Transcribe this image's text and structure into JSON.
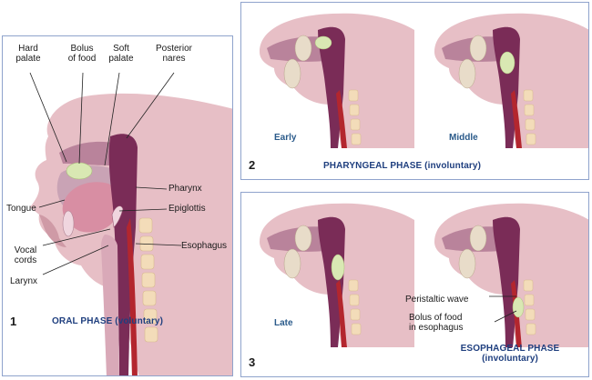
{
  "oral_panel": {
    "number": "1",
    "caption": "ORAL PHASE (voluntary)",
    "labels": {
      "hard_palate": "Hard\npalate",
      "bolus_of_food": "Bolus\nof food",
      "soft_palate": "Soft\npalate",
      "posterior_nares": "Posterior\nnares",
      "pharynx": "Pharynx",
      "epiglottis": "Epiglottis",
      "tongue": "Tongue",
      "vocal_cords": "Vocal\ncords",
      "esophagus": "Esophagus",
      "larynx": "Larynx"
    }
  },
  "pharyngeal_panel": {
    "number": "2",
    "caption": "PHARYNGEAL PHASE (involuntary)",
    "stages": [
      "Early",
      "Middle"
    ]
  },
  "esophageal_panel": {
    "number": "3",
    "caption": "ESOPHAGEAL PHASE\n(involuntary)",
    "stages": [
      "Late"
    ],
    "labels": {
      "peristaltic_wave": "Peristaltic wave",
      "bolus_in_esophagus": "Bolus of food\nin esophagus"
    }
  },
  "colors": {
    "skin": "#e7bfc6",
    "skin_shadow": "#cf9aa6",
    "cavity": "#7a2c57",
    "cavity_light": "#b9839b",
    "bolus": "#d9e8b3",
    "esophagus": "#b3262e",
    "vertebra": "#f3dcb9",
    "panel_border": "#8fa3cc"
  }
}
